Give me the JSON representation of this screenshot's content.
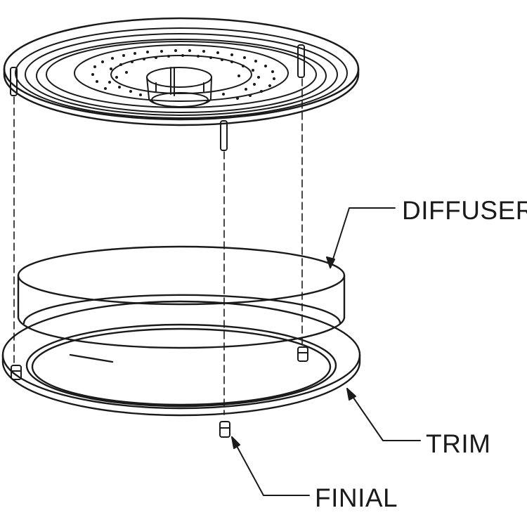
{
  "callouts": {
    "diffuser": "DIFFUSER",
    "trim": "TRIM",
    "finial": "FINIAL"
  },
  "colors": {
    "ink": "#1a1a1a",
    "paper": "#ffffff"
  }
}
